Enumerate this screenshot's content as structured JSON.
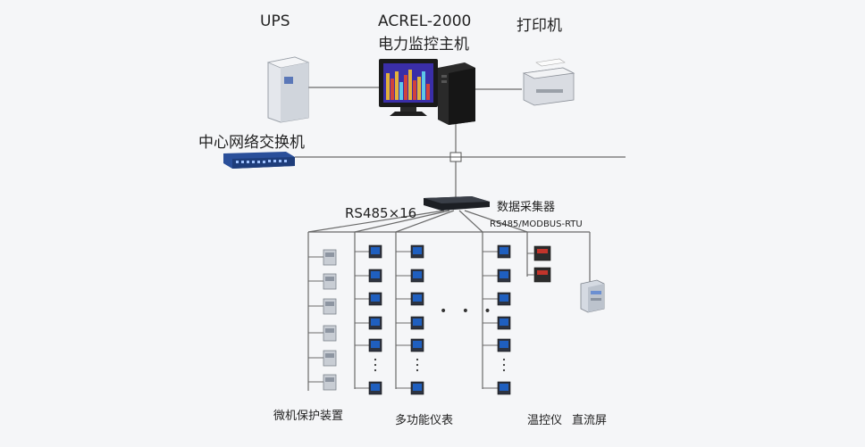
{
  "top": {
    "ups_label": "UPS",
    "host_title": "ACREL-2000",
    "host_subtitle": "电力监控主机",
    "printer_label": "打印机",
    "switch_label": "中心网络交换机"
  },
  "collector": {
    "label": "数据采集器",
    "port_label": "RS485×16",
    "protocol_label": "RS485/MODBUS-RTU"
  },
  "groups": {
    "protection_label": "微机保护装置",
    "meters_label": "多功能仪表",
    "temp_label": "温控仪",
    "dc_label": "直流屏"
  },
  "ellipsis": {
    "dots": "• • •",
    "vdots": "⋮"
  },
  "colors": {
    "line": "#6a6a6a",
    "device_blue": "#1f5fbf",
    "device_gray": "#b9bec6",
    "switch_blue": "#2a4f9a",
    "monitor_bg": "#3a2ea8"
  }
}
